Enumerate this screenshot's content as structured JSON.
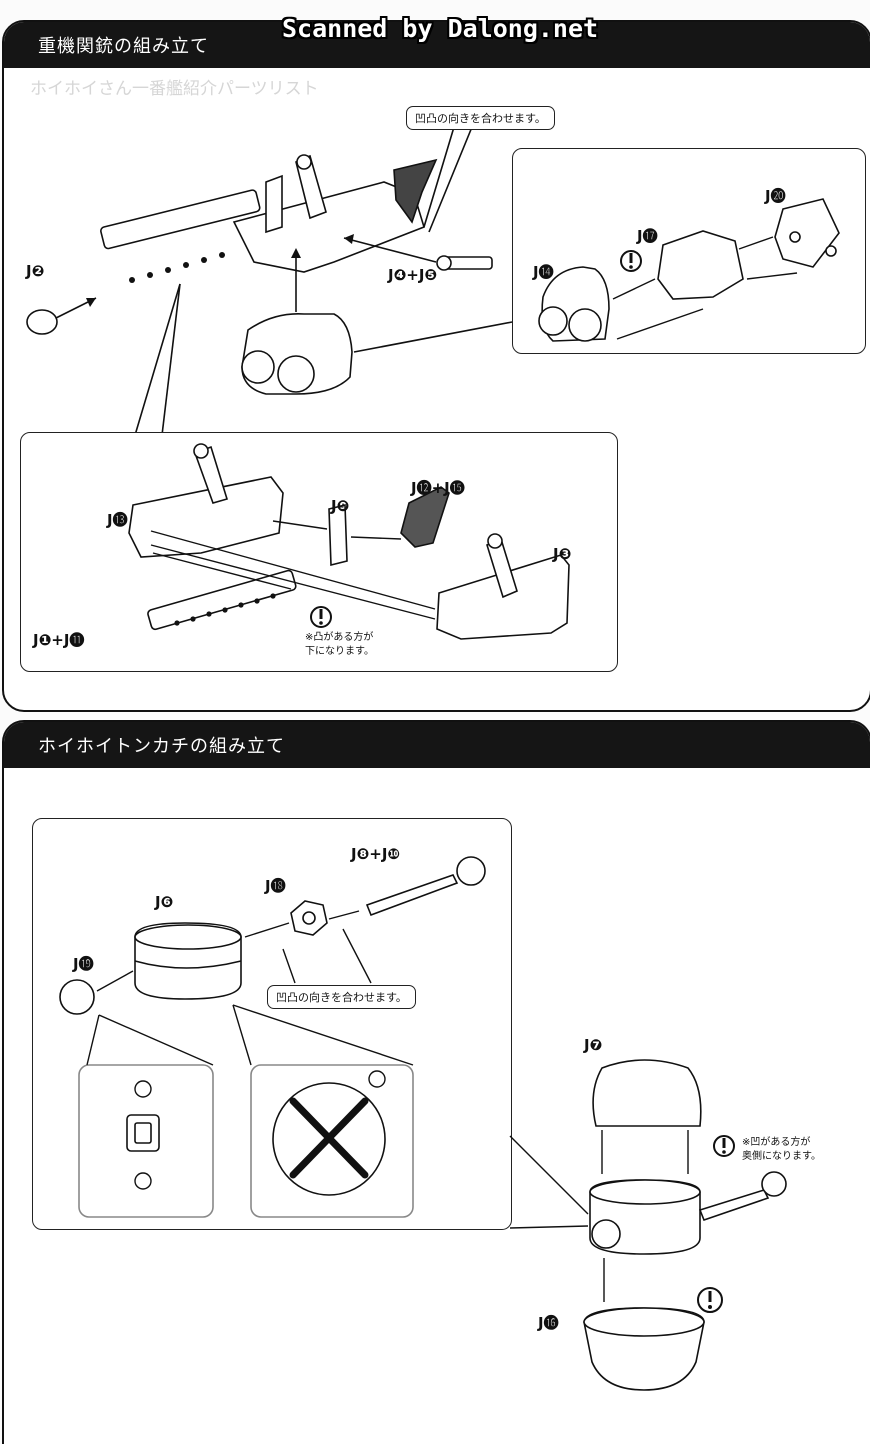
{
  "watermark": "Scanned by Dalong.net",
  "top": {
    "title": "重機関銃の組み立て",
    "ghost_header": "ホイホイさん一番艦紹介パーツリスト",
    "callout_align": "凹凸の向きを合わせます。",
    "labels": {
      "j2": "J❷",
      "j4j5": "J❹+J❺",
      "j20": "J⓴",
      "j17": "J⓱",
      "j14": "J⓮",
      "j12j15": "J⓬+J⓯",
      "j9": "J❾",
      "j13": "J⓭",
      "j3": "J❸",
      "j1j11": "J❶+J⓫"
    },
    "note_bottom_line1": "※凸がある方が",
    "note_bottom_line2": "下になります。"
  },
  "bottom": {
    "title": "ホイホイトンカチの組み立て",
    "callout_align": "凹凸の向きを合わせます。",
    "labels": {
      "j8j10": "J❽+J❿",
      "j18": "J⓲",
      "j6": "J❻",
      "j19": "J⓳",
      "j7": "J❼",
      "j16": "J⓰"
    },
    "note_line1": "※凹がある方が",
    "note_line2": "奥側になります。"
  },
  "icons": [
    "exclamation-icon",
    "arrow-icon"
  ]
}
